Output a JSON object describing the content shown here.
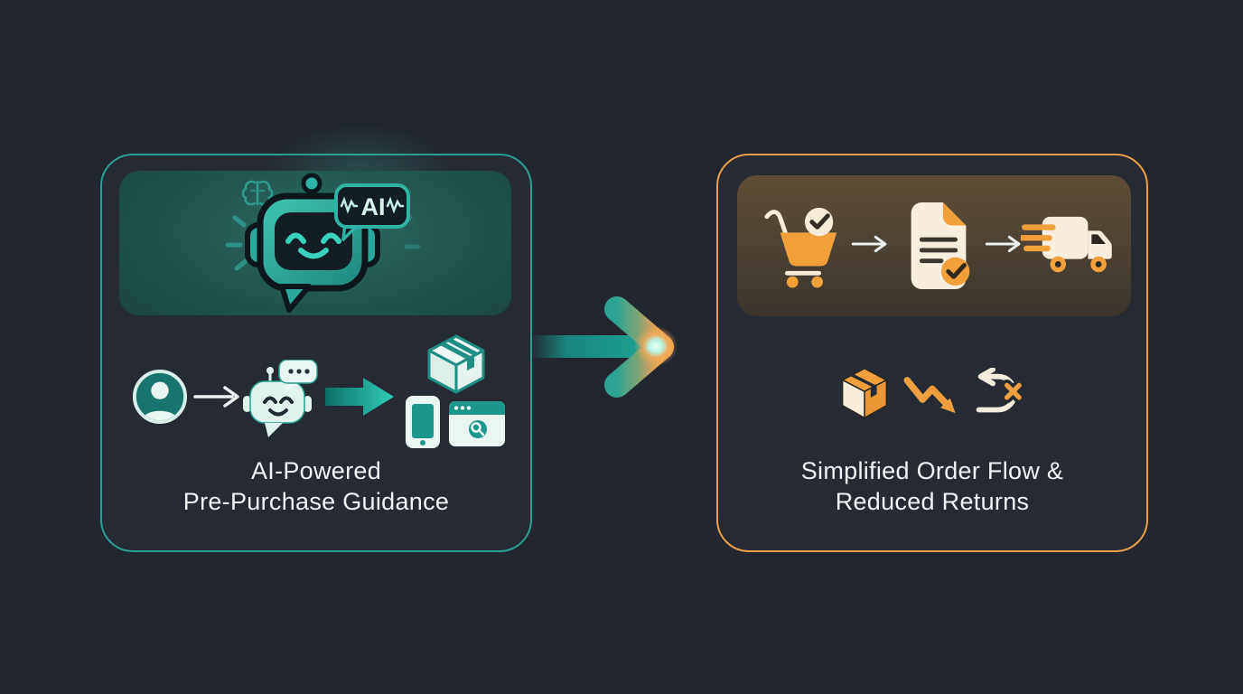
{
  "colors": {
    "background": "#22262e",
    "panel_background": "#252a33",
    "teal_border": "#2c9c95",
    "orange_border": "#ec9f4d",
    "teal": "#1f968c",
    "teal_bright": "#2ec9b5",
    "teal_light": "#e4f5f0",
    "orange": "#f2a03c",
    "cream": "#f6ecd9",
    "text": "#f1f4f4"
  },
  "left_panel": {
    "theme": "teal",
    "hero": {
      "illustration": "ai-chatbot-mascot",
      "ai_badge_text": "AI",
      "decorations": [
        "brain-icon",
        "sparkle-rays",
        "speech-bubble"
      ]
    },
    "flow_icons": [
      {
        "name": "user-avatar-icon"
      },
      {
        "name": "arrow-right-thin-icon"
      },
      {
        "name": "chatbot-chat-icon"
      },
      {
        "name": "arrow-right-solid-icon"
      },
      {
        "name": "product-options-icons",
        "items": [
          "package-box-icon",
          "smartphone-icon",
          "browser-search-icon"
        ]
      }
    ],
    "caption": {
      "line1": "AI-Powered",
      "line2": "Pre-Purchase Guidance"
    }
  },
  "connector": {
    "name": "gradient-flow-arrow",
    "direction": "left-to-right",
    "gradient": [
      "#2fa392",
      "#f0a74f"
    ]
  },
  "right_panel": {
    "theme": "orange",
    "hero_flow_icons": [
      {
        "name": "cart-approved-icon"
      },
      {
        "name": "arrow-right-thin-icon"
      },
      {
        "name": "order-document-confirmed-icon"
      },
      {
        "name": "arrow-right-thin-icon"
      },
      {
        "name": "delivery-truck-icon"
      }
    ],
    "outcome_icons": [
      {
        "name": "package-box-icon"
      },
      {
        "name": "downward-trend-arrow-icon"
      },
      {
        "name": "return-cancelled-icon"
      }
    ],
    "caption": {
      "line1": "Simplified Order Flow &",
      "line2": "Reduced Returns"
    }
  }
}
